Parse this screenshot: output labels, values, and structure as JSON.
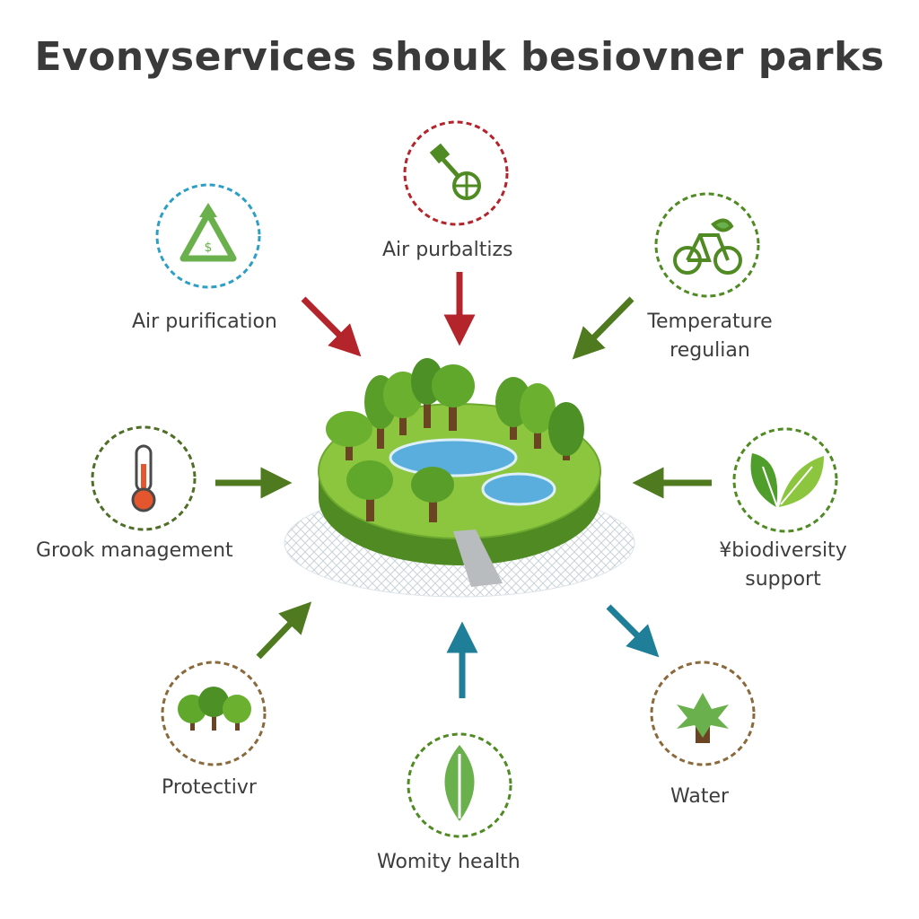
{
  "title": "Evonyservices shouk besiovner parks",
  "services": [
    {
      "label": "Air purification",
      "icon": "triangle-arrows-icon",
      "color": "#2e9fc4"
    },
    {
      "label": "Air purbaltizs",
      "icon": "tool-shovel-icon",
      "color": "#b3242b"
    },
    {
      "label": "Temperature regulian",
      "icon": "bicycle-icon",
      "color": "#4f8a23"
    },
    {
      "label": "Grook management",
      "icon": "thermometer-icon",
      "color": "#4f6e27"
    },
    {
      "label": "¥biodiversity support",
      "icon": "leaves-icon",
      "color": "#4f8a23"
    },
    {
      "label": "Protectivr",
      "icon": "forest-icon",
      "color": "#8a6a3c"
    },
    {
      "label": "Womity health",
      "icon": "leaf-icon",
      "color": "#4f8a23"
    },
    {
      "label": "Water",
      "icon": "tree-icon",
      "color": "#8a6a3c"
    }
  ],
  "colors": {
    "green": "#4f8a23",
    "red": "#b3242b",
    "teal": "#1f7f98"
  }
}
